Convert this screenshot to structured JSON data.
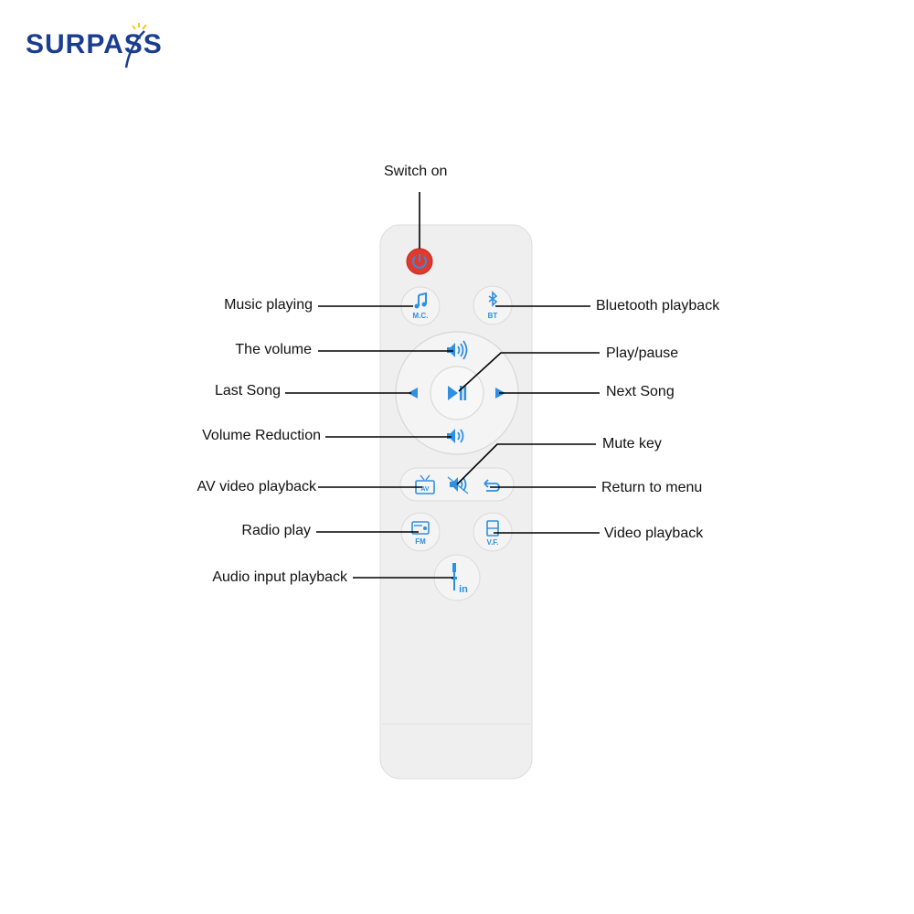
{
  "brand": {
    "name": "SURPASS"
  },
  "colors": {
    "accent": "#2f8fe0",
    "brand": "#1b3d8f",
    "power": "#e03a2e",
    "body": "#efefef"
  },
  "remote": {
    "buttons": [
      {
        "id": "power",
        "icon": "power-icon",
        "text": ""
      },
      {
        "id": "mc",
        "icon": "music-note-icon",
        "text": "M.C."
      },
      {
        "id": "bt",
        "icon": "bluetooth-icon",
        "text": "BT"
      },
      {
        "id": "vol-up",
        "icon": "volume-up-icon",
        "text": ""
      },
      {
        "id": "prev",
        "icon": "left-arrow-icon",
        "text": ""
      },
      {
        "id": "play",
        "icon": "play-pause-icon",
        "text": ""
      },
      {
        "id": "next",
        "icon": "right-arrow-icon",
        "text": ""
      },
      {
        "id": "vol-down",
        "icon": "volume-down-icon",
        "text": ""
      },
      {
        "id": "av",
        "icon": "tv-icon",
        "text": "AV"
      },
      {
        "id": "mute",
        "icon": "mute-icon",
        "text": ""
      },
      {
        "id": "return",
        "icon": "return-icon",
        "text": ""
      },
      {
        "id": "fm",
        "icon": "radio-icon",
        "text": "FM"
      },
      {
        "id": "vf",
        "icon": "film-icon",
        "text": "V.F."
      },
      {
        "id": "in",
        "icon": "audio-jack-icon",
        "text": "in"
      }
    ]
  },
  "labels": {
    "switch_on": "Switch on",
    "music_playing": "Music playing",
    "bluetooth_playback": "Bluetooth playback",
    "the_volume": "The volume",
    "play_pause": "Play/pause",
    "last_song": "Last Song",
    "next_song": "Next Song",
    "volume_reduction": "Volume Reduction",
    "mute_key": "Mute key",
    "av_video_playback": "AV video playback",
    "return_to_menu": "Return to menu",
    "radio_play": "Radio play",
    "video_playback": "Video playback",
    "audio_input_playback": "Audio input playback"
  }
}
